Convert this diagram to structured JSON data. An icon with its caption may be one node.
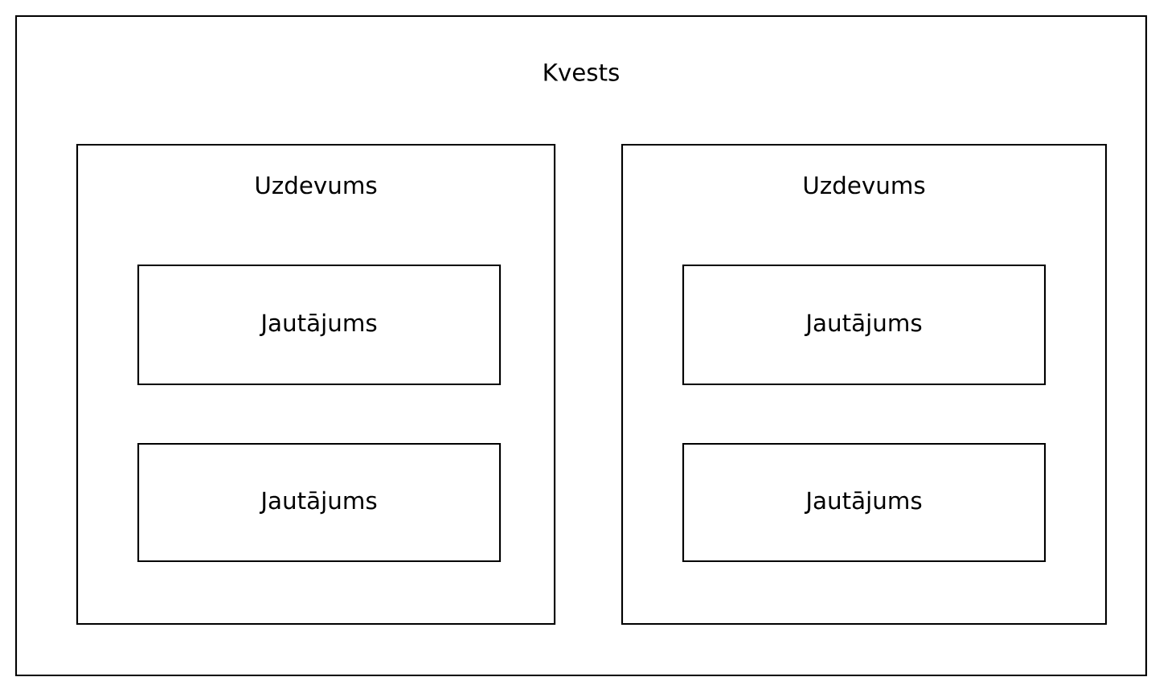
{
  "diagram": {
    "nodes": [
      {
        "text": [
          "Kvests"
        ]
      },
      {
        "text": [
          "Uzdevums"
        ],
        "in": 0
      },
      {
        "text": [
          "Jautājums"
        ],
        "in": 1
      },
      {
        "text": [
          "Jautājums"
        ],
        "in": 1
      },
      {
        "text": [
          "Uzdevums"
        ],
        "in": 0
      },
      {
        "text": [
          "Jautājums"
        ],
        "in": 4
      },
      {
        "text": [
          "Jautājums"
        ],
        "in": 4
      }
    ]
  }
}
